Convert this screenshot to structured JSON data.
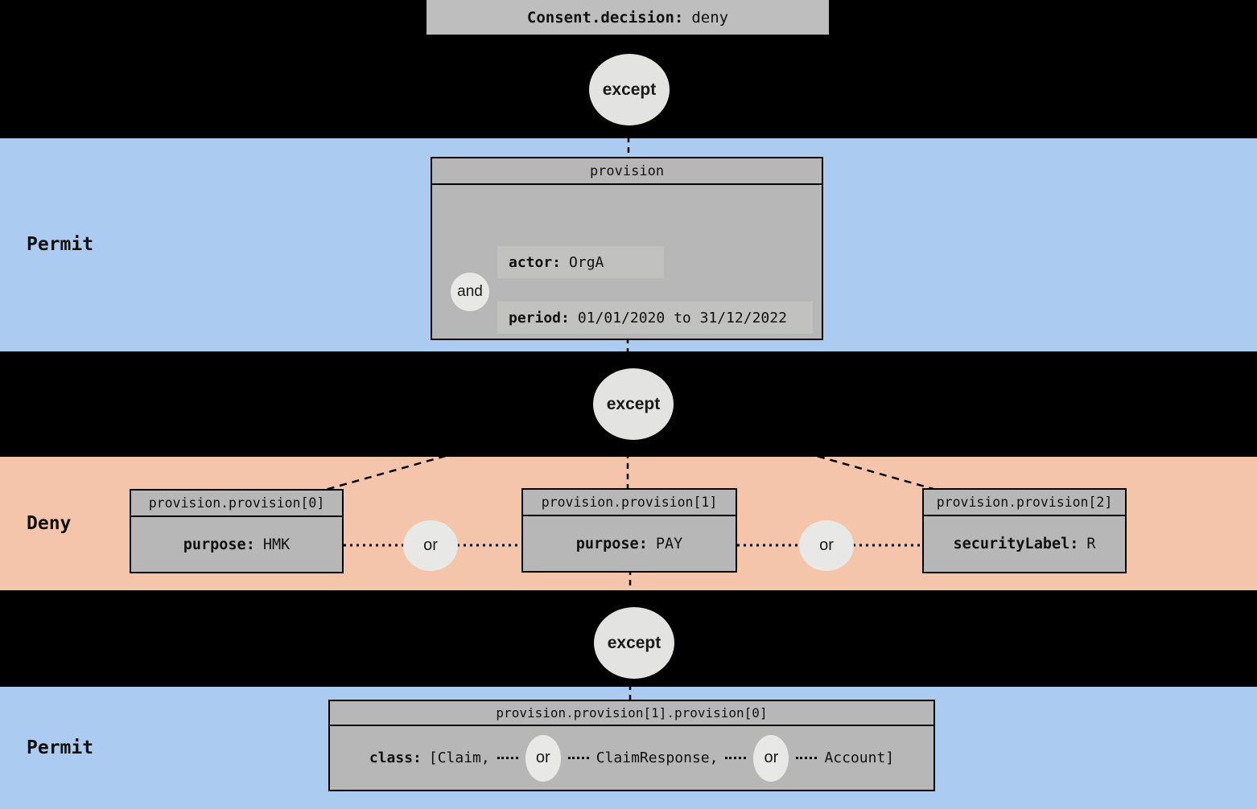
{
  "colors": {
    "background": "#000000",
    "permit_band": "#accbf0",
    "deny_band": "#f5c5ab",
    "box_fill": "#b7b7b7",
    "root_box_fill": "#bebebe",
    "except_circle_fill": "#e3e3e1",
    "operator_circle_fill": "#e8e8e6",
    "row_highlight": "#c1c1c0"
  },
  "root_node": {
    "field": "Consent.decision:",
    "value": "deny"
  },
  "except_labels": [
    "except",
    "except",
    "except"
  ],
  "bands": [
    {
      "label": "Permit",
      "type": "permit"
    },
    {
      "label": "Deny",
      "type": "deny"
    },
    {
      "label": "Permit",
      "type": "permit"
    }
  ],
  "permit1": {
    "box_title": "provision",
    "operator": "and",
    "rows": [
      {
        "field": "actor:",
        "value": "OrgA"
      },
      {
        "field": "period:",
        "value": "01/01/2020 to 31/12/2022"
      }
    ]
  },
  "deny": {
    "operator": "or",
    "boxes": [
      {
        "title": "provision.provision[0]",
        "field": "purpose:",
        "value": "HMK"
      },
      {
        "title": "provision.provision[1]",
        "field": "purpose:",
        "value": "PAY"
      },
      {
        "title": "provision.provision[2]",
        "field": "securityLabel:",
        "value": "R"
      }
    ]
  },
  "permit2": {
    "box_title": "provision.provision[1].provision[0]",
    "field": "class:",
    "operator": "or",
    "items": [
      "[Claim,",
      "ClaimResponse,",
      "Account]"
    ]
  }
}
